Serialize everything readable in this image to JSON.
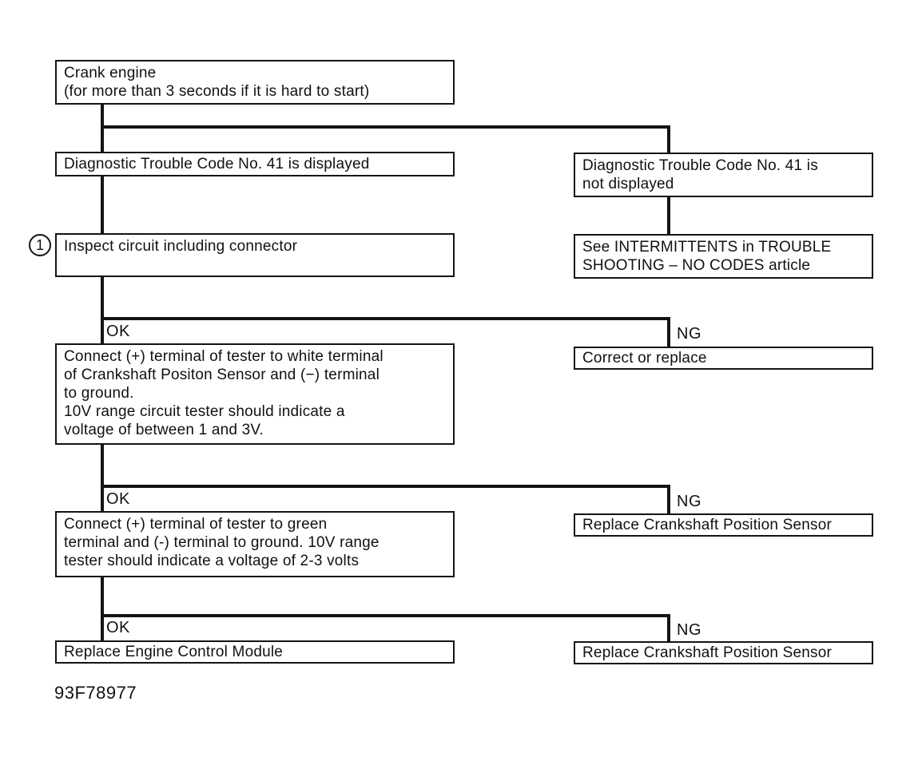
{
  "figure_code": "93F78977",
  "branch_labels": {
    "ok": "OK",
    "ng": "NG"
  },
  "step_badges": {
    "one": "1"
  },
  "nodes": {
    "crank_engine": "Crank engine\n(for more than 3 seconds if it is hard to start)",
    "dtc_displayed": "Diagnostic Trouble Code No. 41 is displayed",
    "dtc_not_displayed": "Diagnostic Trouble Code No. 41 is\nnot displayed",
    "inspect_circuit": "Inspect circuit including connector",
    "see_intermittents": "See INTERMITTENTS in TROUBLE\nSHOOTING – NO CODES article",
    "connect_white_terminal": "Connect (+) terminal of tester to white terminal\nof Crankshaft Positon Sensor and (−) terminal\nto ground.\n10V range circuit tester should indicate a\nvoltage of between 1 and 3V.",
    "correct_or_replace": "Correct or replace",
    "connect_green_terminal": "Connect (+) terminal of tester to green\nterminal and (-) terminal to ground. 10V range\ntester should indicate a voltage of 2-3 volts",
    "replace_sensor_mid": "Replace Crankshaft Position Sensor",
    "replace_ecm": "Replace Engine Control Module",
    "replace_sensor_bottom": "Replace Crankshaft Position Sensor"
  }
}
